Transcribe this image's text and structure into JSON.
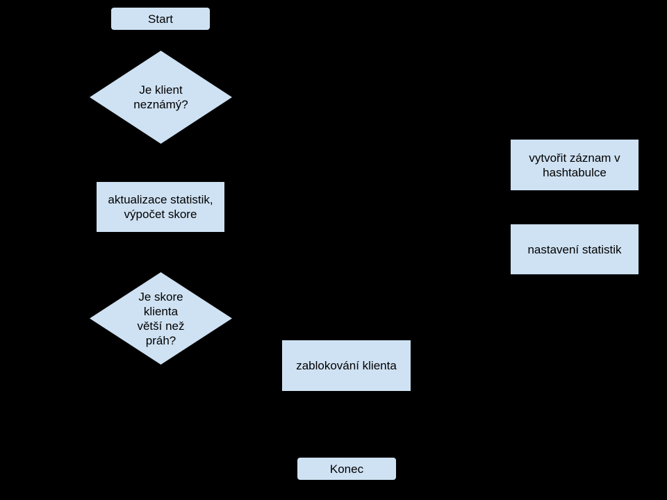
{
  "diagram": {
    "background": "#000000",
    "node_fill": "#cfe2f3",
    "nodes": {
      "start": "Start",
      "decision_unknown_client": "Je klient\nneznámý?",
      "update_stats": "aktualizace statistik,\nvýpočet skore",
      "decision_score_threshold": "Je skore\nklienta\nvětší než\npráh?",
      "block_client": "zablokování klienta",
      "end": "Konec",
      "create_record": "vytvořit záznam v\nhashtabulce",
      "set_stats": "nastavení statistik"
    }
  }
}
